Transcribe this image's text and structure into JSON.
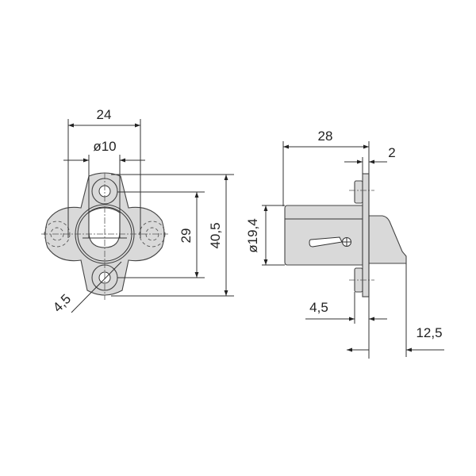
{
  "front_view": {
    "width_label": "24",
    "bore_label": "ø10",
    "hole_spacing_label": "29",
    "height_label": "40,5",
    "hole_dia_label": "4,5"
  },
  "side_view": {
    "length_label": "28",
    "plate_thickness_label": "2",
    "cylinder_dia_label": "ø19,4",
    "boss_label": "4,5",
    "cam_label": "12,5"
  },
  "colors": {
    "part_fill": "#d9d9d9",
    "line": "#333333"
  }
}
